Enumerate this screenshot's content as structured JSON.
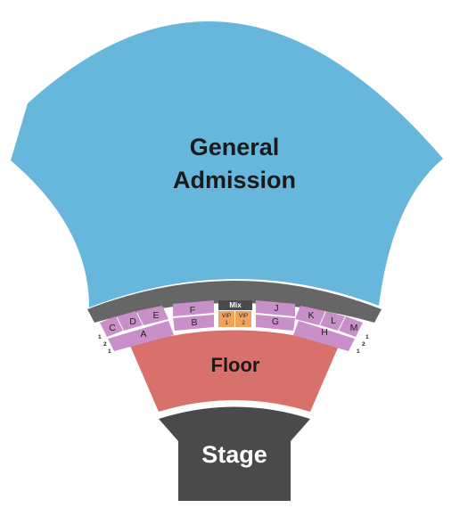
{
  "venue_map": {
    "general_admission": {
      "line1": "General",
      "line2": "Admission",
      "color": "#67b6dc"
    },
    "floor": {
      "label": "Floor",
      "color": "#d8706c"
    },
    "stage": {
      "label": "Stage",
      "color": "#4a4a4a"
    },
    "walkway_color": "#666666",
    "section_color": "#c98fc9",
    "vip_color": "#f0a35a",
    "sections": {
      "A": "A",
      "B": "B",
      "C": "C",
      "D": "D",
      "E": "E",
      "F": "F",
      "G": "G",
      "H": "H",
      "J": "J",
      "K": "K",
      "L": "L",
      "M": "M"
    },
    "mix": "Mix",
    "vip1": {
      "line1": "VIP",
      "line2": "1"
    },
    "vip2": {
      "line1": "VIP",
      "line2": "2"
    },
    "row_labels": {
      "one": "1",
      "two": "2"
    }
  }
}
